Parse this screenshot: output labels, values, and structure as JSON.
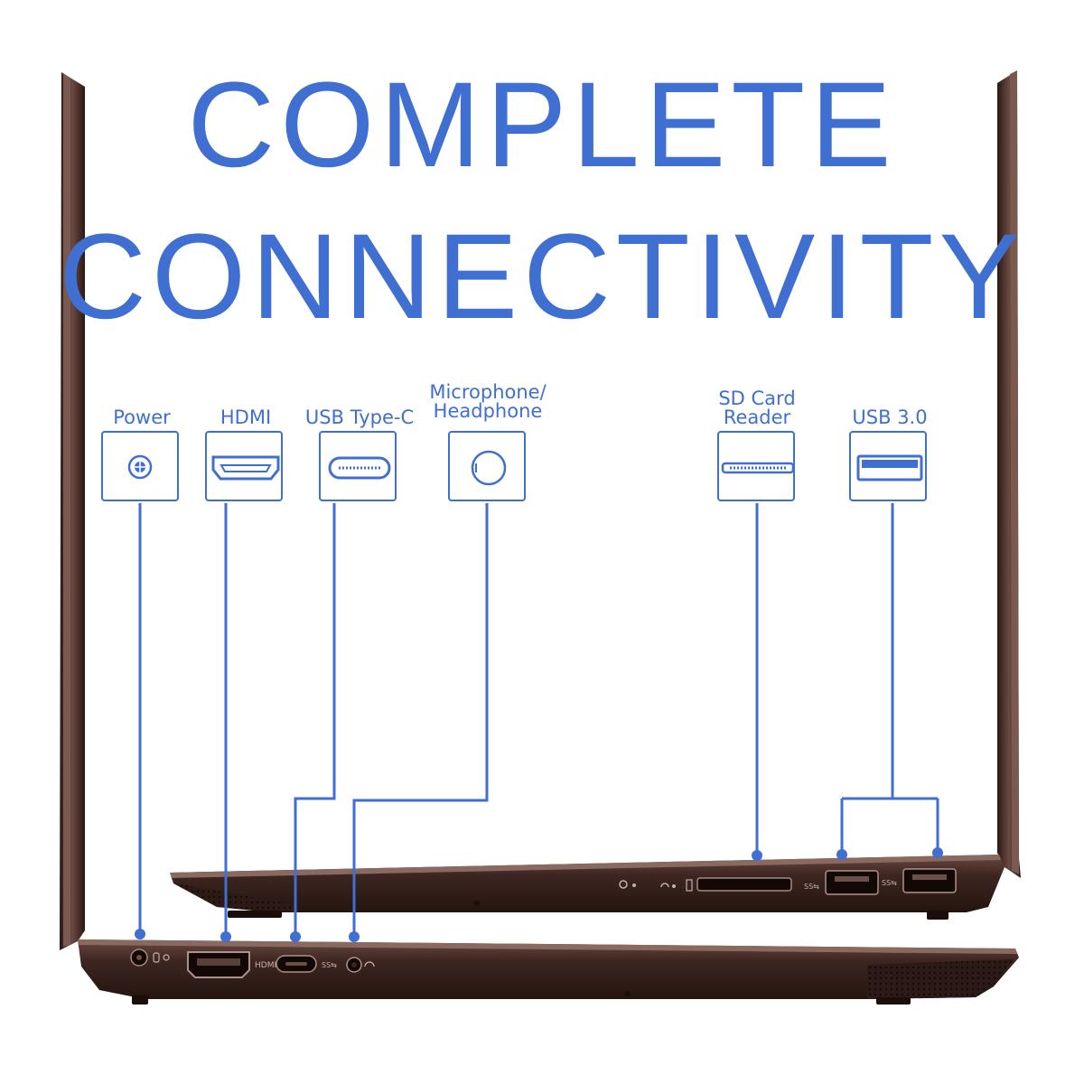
{
  "title": {
    "line1": "COMPLETE",
    "line2": "CONNECTIVITY"
  },
  "ports": [
    {
      "id": "power",
      "label": "Power",
      "icon": "power-port-icon"
    },
    {
      "id": "hdmi",
      "label": "HDMI",
      "icon": "hdmi-port-icon"
    },
    {
      "id": "usb-c",
      "label": "USB Type-C",
      "icon": "usb-c-port-icon"
    },
    {
      "id": "audio",
      "label": "Microphone/\nHeadphone",
      "icon": "audio-jack-icon"
    },
    {
      "id": "sd",
      "label": "SD Card\nReader",
      "icon": "sd-card-icon"
    },
    {
      "id": "usb3",
      "label": "USB 3.0",
      "icon": "usb-a-port-icon"
    }
  ],
  "laptop_marks": {
    "hdmi_text": "HDMI"
  },
  "colors": {
    "accent": "#3f6fd1",
    "laptop_body": "#3a2420",
    "laptop_edge": "#5a3a33"
  }
}
